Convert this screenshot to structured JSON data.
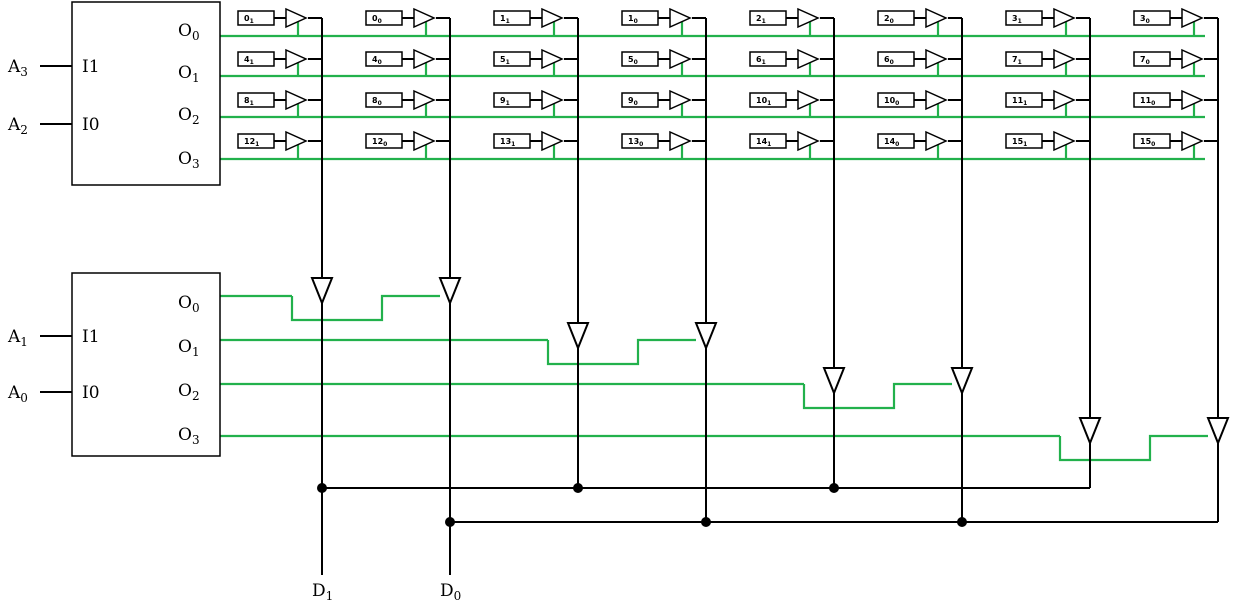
{
  "decoder_top": {
    "inputs": [
      {
        "name": "A3",
        "pin": "I1"
      },
      {
        "name": "A2",
        "pin": "I0"
      }
    ],
    "outputs": [
      "O0",
      "O1",
      "O2",
      "O3"
    ]
  },
  "decoder_bottom": {
    "inputs": [
      {
        "name": "A1",
        "pin": "I1"
      },
      {
        "name": "A0",
        "pin": "I0"
      }
    ],
    "outputs": [
      "O0",
      "O1",
      "O2",
      "O3"
    ]
  },
  "cells": [
    [
      "01",
      "00",
      "11",
      "10",
      "21",
      "20",
      "31",
      "30"
    ],
    [
      "41",
      "40",
      "51",
      "50",
      "61",
      "60",
      "71",
      "70"
    ],
    [
      "81",
      "80",
      "91",
      "90",
      "101",
      "100",
      "111",
      "110"
    ],
    [
      "121",
      "120",
      "131",
      "130",
      "141",
      "140",
      "151",
      "150"
    ]
  ],
  "data_outputs": [
    "D1",
    "D0"
  ],
  "colors": {
    "select_line": "#22b14c",
    "wire": "#000000"
  }
}
